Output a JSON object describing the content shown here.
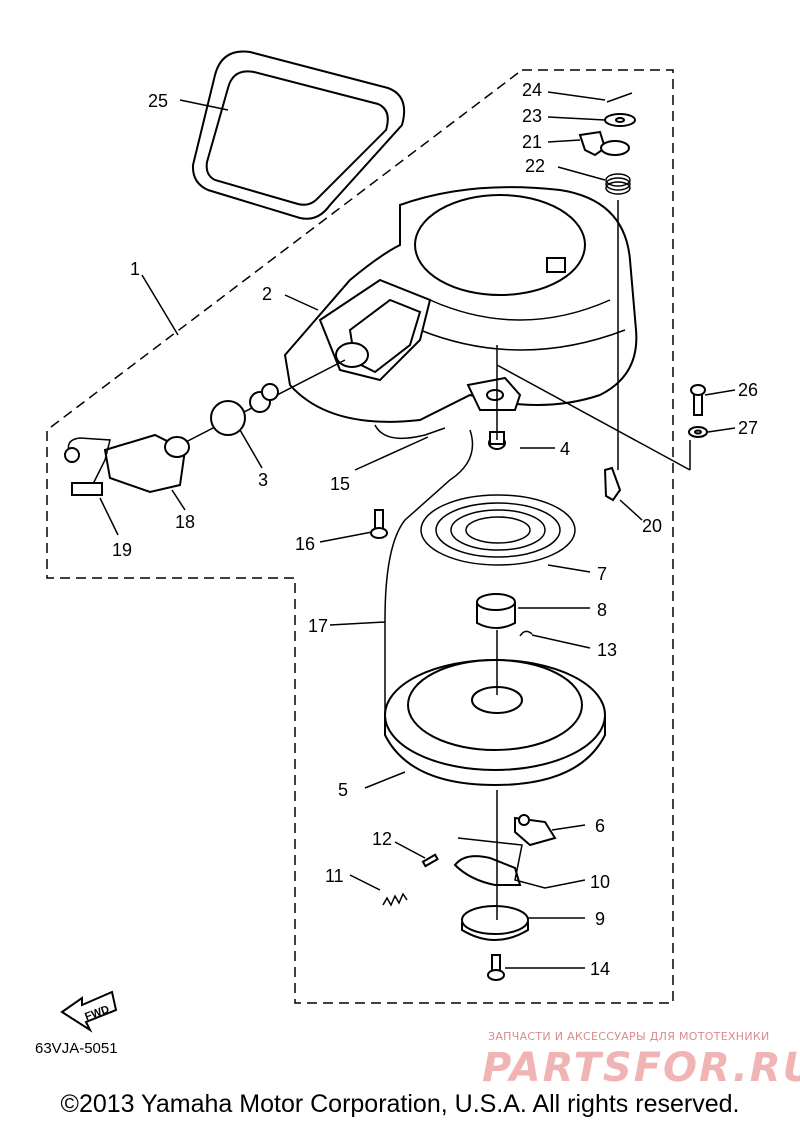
{
  "callouts": {
    "n1": "1",
    "n2": "2",
    "n3": "3",
    "n4": "4",
    "n5": "5",
    "n6": "6",
    "n7": "7",
    "n8": "8",
    "n9": "9",
    "n10": "10",
    "n11": "11",
    "n12": "12",
    "n13": "13",
    "n14": "14",
    "n15": "15",
    "n16": "16",
    "n17": "17",
    "n18": "18",
    "n19": "19",
    "n20": "20",
    "n21": "21",
    "n22": "22",
    "n23": "23",
    "n24": "24",
    "n25": "25",
    "n26": "26",
    "n27": "27"
  },
  "fwd_label": "FWD",
  "diagram_code": "63VJA-5051",
  "watermark": {
    "tagline": "ЗАПЧАСТИ И АКСЕССУАРЫ ДЛЯ МОТОТЕХНИКИ",
    "brand": "PARTSFOR.RU"
  },
  "copyright": "©2013 Yamaha Motor Corporation, U.S.A. All rights reserved."
}
